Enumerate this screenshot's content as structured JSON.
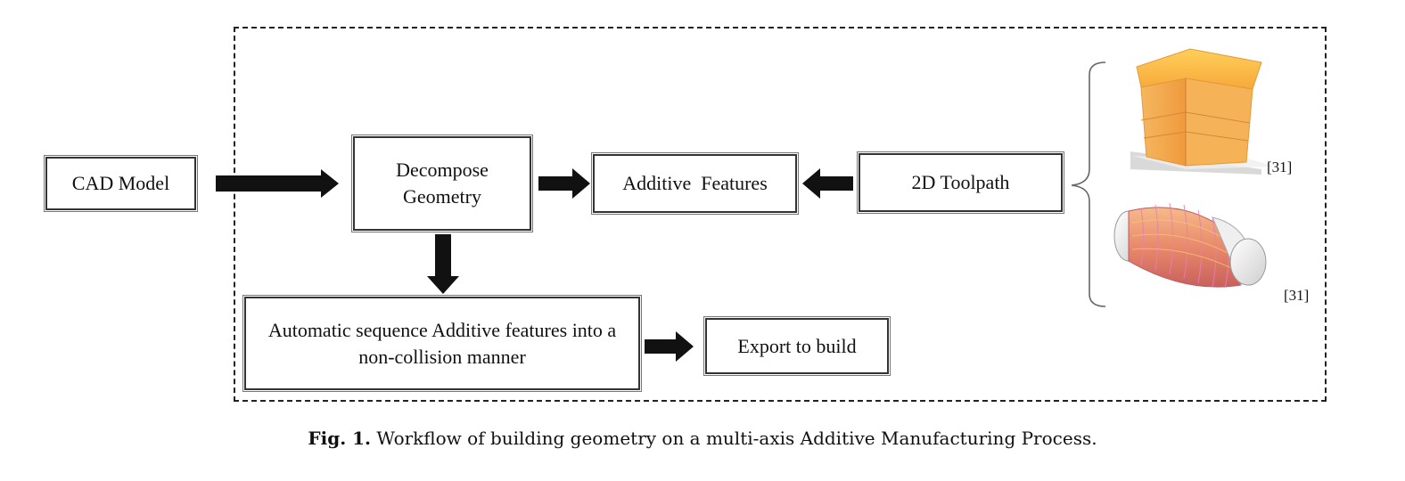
{
  "diagram": {
    "nodes": {
      "cad_model": "CAD Model",
      "decompose": "Decompose Geometry",
      "additive_features": "Additive  Features",
      "toolpath_2d": "2D Toolpath",
      "auto_sequence": "Automatic sequence Additive features into a non-collision manner",
      "export": "Export to build"
    },
    "edges": [
      {
        "from": "CAD Model",
        "to": "Decompose Geometry"
      },
      {
        "from": "Decompose Geometry",
        "to": "Additive  Features"
      },
      {
        "from": "2D Toolpath",
        "to": "Additive  Features"
      },
      {
        "from": "Decompose Geometry",
        "to": "Automatic sequence Additive features into a non-collision manner"
      },
      {
        "from": "Automatic sequence Additive features into a non-collision manner",
        "to": "Export to build"
      }
    ],
    "illustrations": {
      "top_image": "orange-box-toolpath-icon",
      "bottom_image": "cylinder-toolpath-icon",
      "cite_top": "[31]",
      "cite_bottom": "[31]"
    }
  },
  "caption": {
    "label": "Fig. 1.",
    "text": "Workflow of building geometry on a multi-axis Additive Manufacturing Process."
  }
}
